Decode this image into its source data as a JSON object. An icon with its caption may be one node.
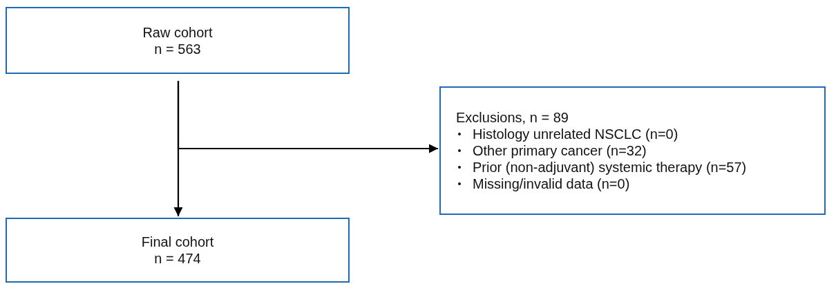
{
  "diagram": {
    "nodes": [
      {
        "text": [
          "Raw cohort",
          "n = 563"
        ]
      },
      {
        "text": [
          "Exclusions, n = 89",
          "Histology unrelated NSCLC (n=0)",
          "Other primary cancer (n=32)",
          "Prior (non-adjuvant) systemic therapy (n=57)",
          "Missing/invalid data (n=0)"
        ]
      },
      {
        "text": [
          "Final cohort",
          "n = 474"
        ]
      }
    ],
    "edges": [
      {
        "from": 0,
        "to": 2,
        "arrow": "to"
      },
      {
        "from": 0,
        "to": 1,
        "arrow": "to"
      }
    ]
  }
}
